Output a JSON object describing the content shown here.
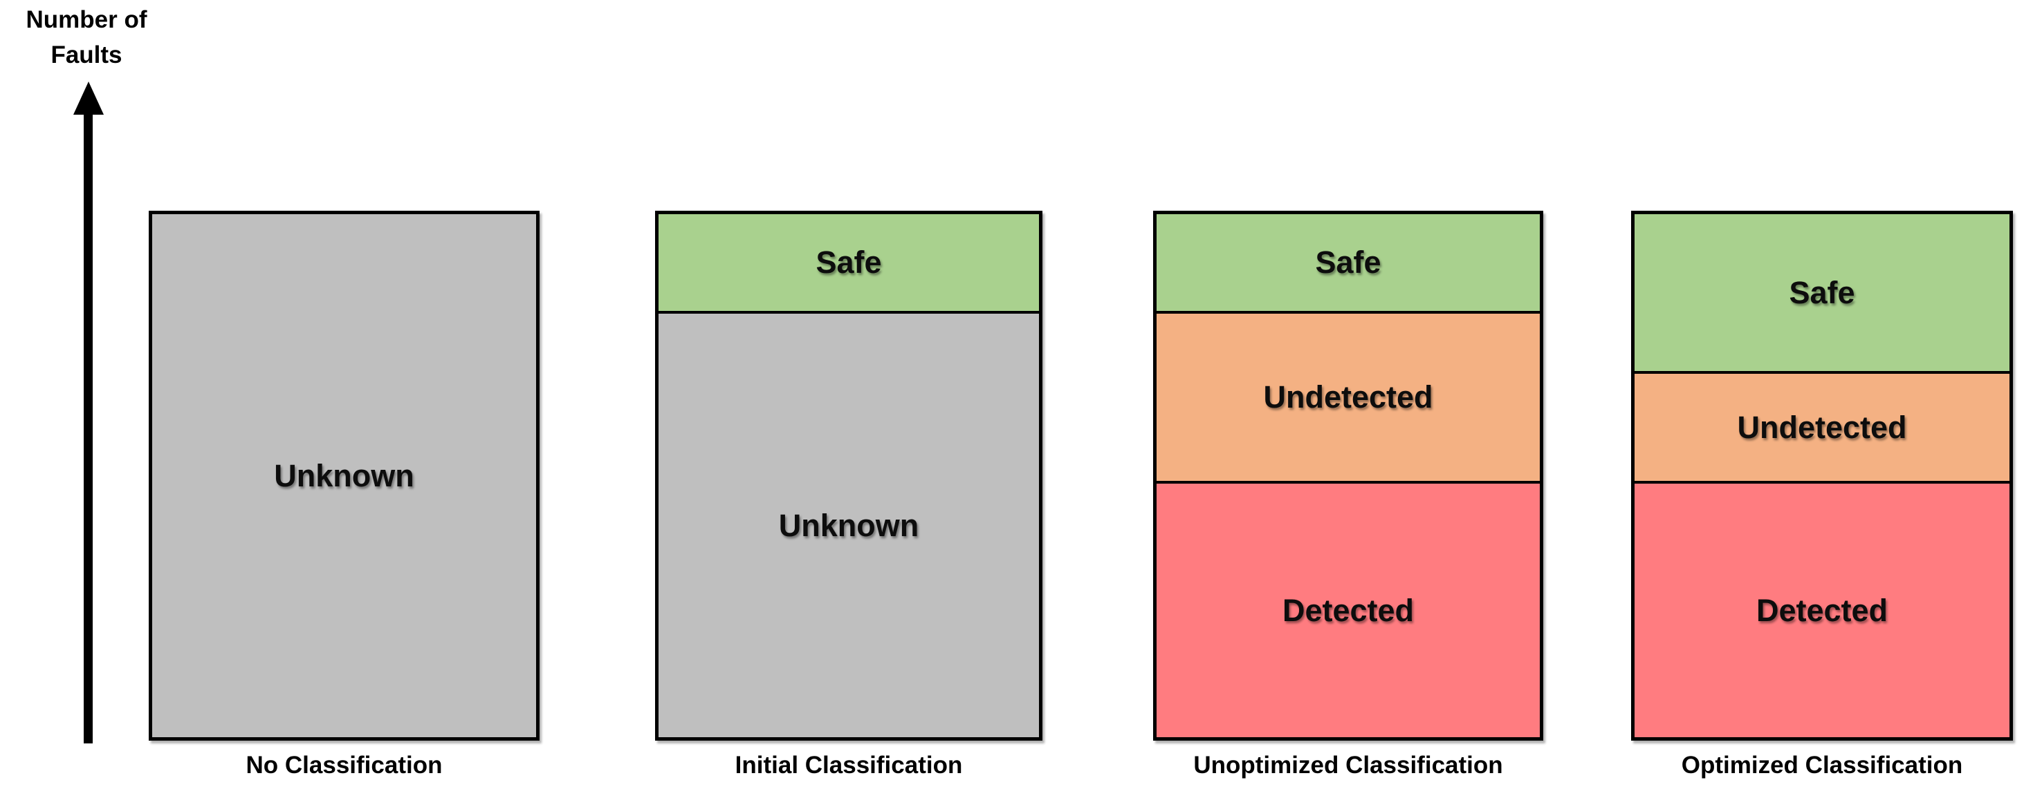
{
  "y_axis": {
    "label_line1": "Number of",
    "label_line2": "Faults"
  },
  "colors": {
    "safe": "#A9D18E",
    "unknown": "#BFBFBF",
    "undetected": "#F4B183",
    "detected": "#FF7C80",
    "border": "#000000",
    "text": "#000000",
    "background": "#FFFFFF"
  },
  "chart_data": {
    "type": "bar",
    "subtype": "stacked-qualitative",
    "title": "",
    "xlabel": "",
    "ylabel": "Number of Faults",
    "legend_position": "none",
    "grid": false,
    "axis_style": "single vertical arrow pointing up, no ticks or numeric scale",
    "value_unit": "fraction of total bar height (all bars equal total height)",
    "categories": [
      "No Classification",
      "Initial Classification",
      "Unoptimized Classification",
      "Optimized Classification"
    ],
    "bars": [
      {
        "category": "No Classification",
        "segments": [
          {
            "label": "Unknown",
            "color_key": "unknown",
            "fraction": 1.0
          }
        ]
      },
      {
        "category": "Initial Classification",
        "segments": [
          {
            "label": "Safe",
            "color_key": "safe",
            "fraction": 0.185
          },
          {
            "label": "Unknown",
            "color_key": "unknown",
            "fraction": 0.815
          }
        ]
      },
      {
        "category": "Unoptimized Classification",
        "segments": [
          {
            "label": "Safe",
            "color_key": "safe",
            "fraction": 0.185
          },
          {
            "label": "Undetected",
            "color_key": "undetected",
            "fraction": 0.325
          },
          {
            "label": "Detected",
            "color_key": "detected",
            "fraction": 0.49
          }
        ]
      },
      {
        "category": "Optimized Classification",
        "segments": [
          {
            "label": "Safe",
            "color_key": "safe",
            "fraction": 0.3
          },
          {
            "label": "Undetected",
            "color_key": "undetected",
            "fraction": 0.21
          },
          {
            "label": "Detected",
            "color_key": "detected",
            "fraction": 0.49
          }
        ]
      }
    ]
  }
}
